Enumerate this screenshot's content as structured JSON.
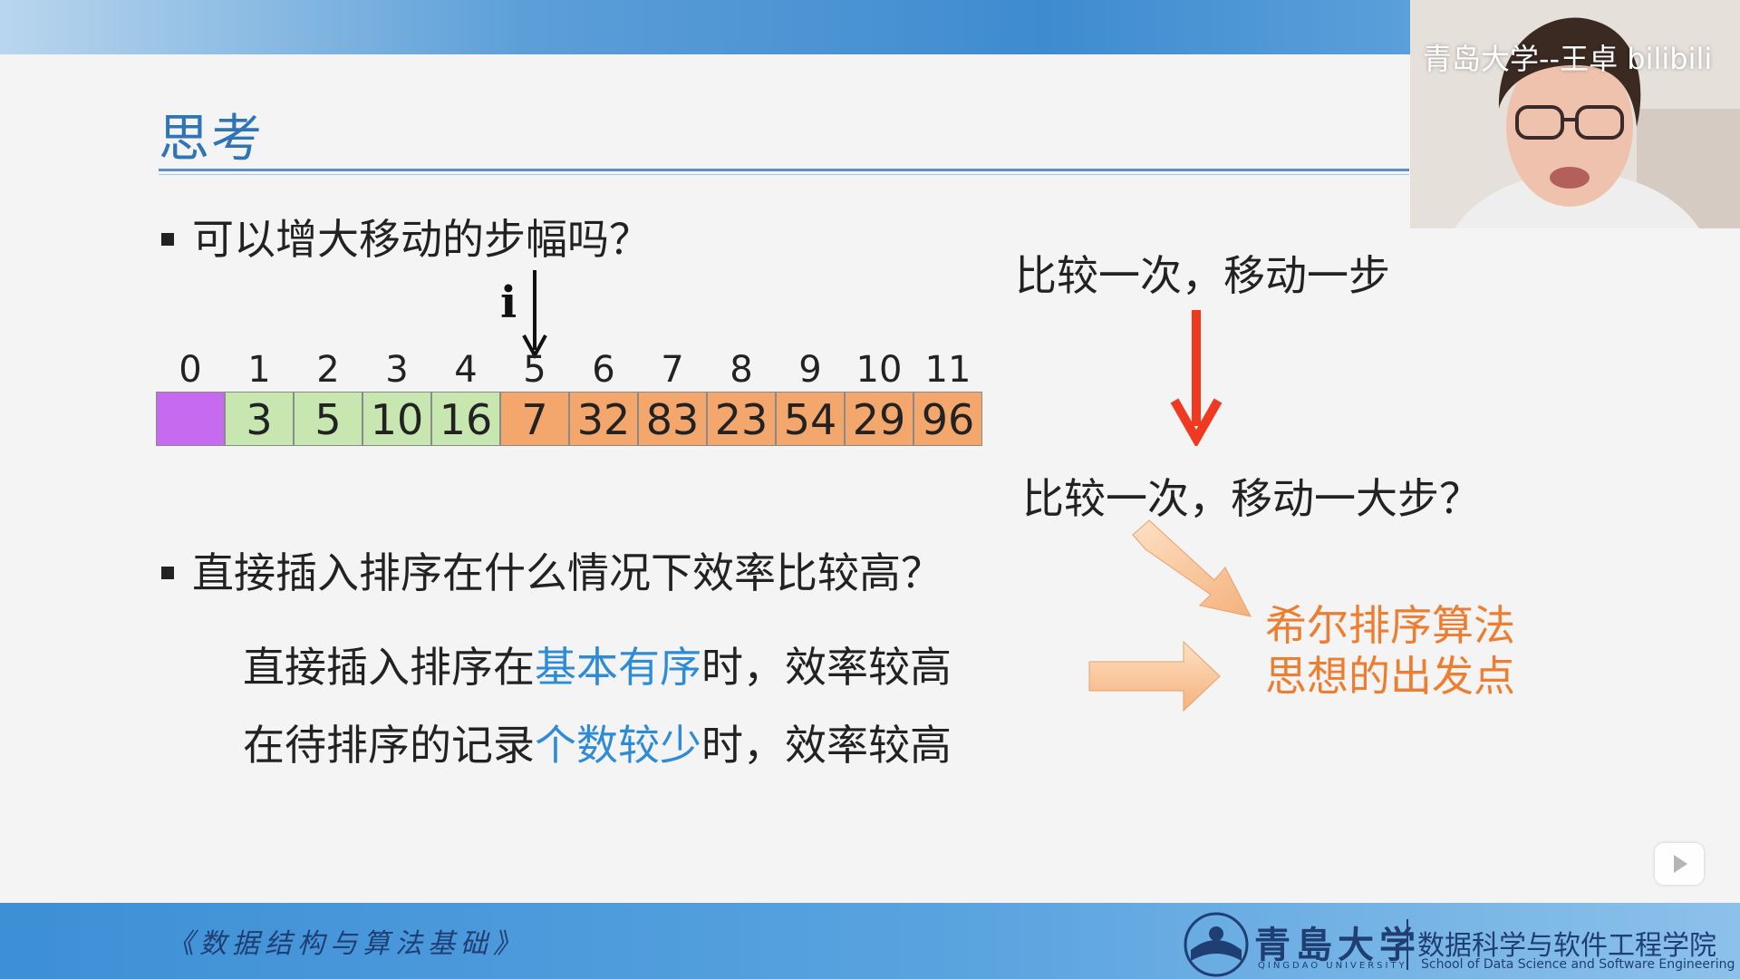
{
  "slide": {
    "title": "思考",
    "question1": "可以增大移动的步幅吗？",
    "pointer_label": "i",
    "indices": [
      "0",
      "1",
      "2",
      "3",
      "4",
      "5",
      "6",
      "7",
      "8",
      "9",
      "10",
      "11"
    ],
    "cells": [
      {
        "value": "",
        "state": "sentinel"
      },
      {
        "value": "3",
        "state": "sorted"
      },
      {
        "value": "5",
        "state": "sorted"
      },
      {
        "value": "10",
        "state": "sorted"
      },
      {
        "value": "16",
        "state": "sorted"
      },
      {
        "value": "7",
        "state": "unsorted"
      },
      {
        "value": "32",
        "state": "unsorted"
      },
      {
        "value": "83",
        "state": "unsorted"
      },
      {
        "value": "23",
        "state": "unsorted"
      },
      {
        "value": "54",
        "state": "unsorted"
      },
      {
        "value": "29",
        "state": "unsorted"
      },
      {
        "value": "96",
        "state": "unsorted"
      }
    ],
    "question2": "直接插入排序在什么情况下效率比较高？",
    "answer1": {
      "prefix": "直接插入排序在",
      "highlight": "基本有序",
      "suffix": "时，效率较高"
    },
    "answer2": {
      "prefix": "在待排序的记录",
      "highlight": "个数较少",
      "suffix": "时，效率较高"
    },
    "right_top": "比较一次，移动一步",
    "right_mid": "比较一次，移动一大步？",
    "result_line1": "希尔排序算法",
    "result_line2": "思想的出发点"
  },
  "webcam": {
    "caption": "青岛大学--王卓 bilibili"
  },
  "footer": {
    "book": "《数据结构与算法基础》",
    "university": "青島大学",
    "university_en": "QINGDAO UNIVERSITY",
    "school": "数据科学与软件工程学院",
    "school_en": "School of Data Science and Software Engineering"
  },
  "colors": {
    "title_blue": "#2e75b6",
    "highlight_blue": "#2e8bd6",
    "result_orange": "#ed7d31",
    "arrow_red": "#f03a1f",
    "sentinel": "#c66bf0",
    "sorted": "#c8e6b0",
    "unsorted": "#f3a76c"
  },
  "icons": {
    "play": "play-icon",
    "pointer": "down-arrow-icon"
  }
}
